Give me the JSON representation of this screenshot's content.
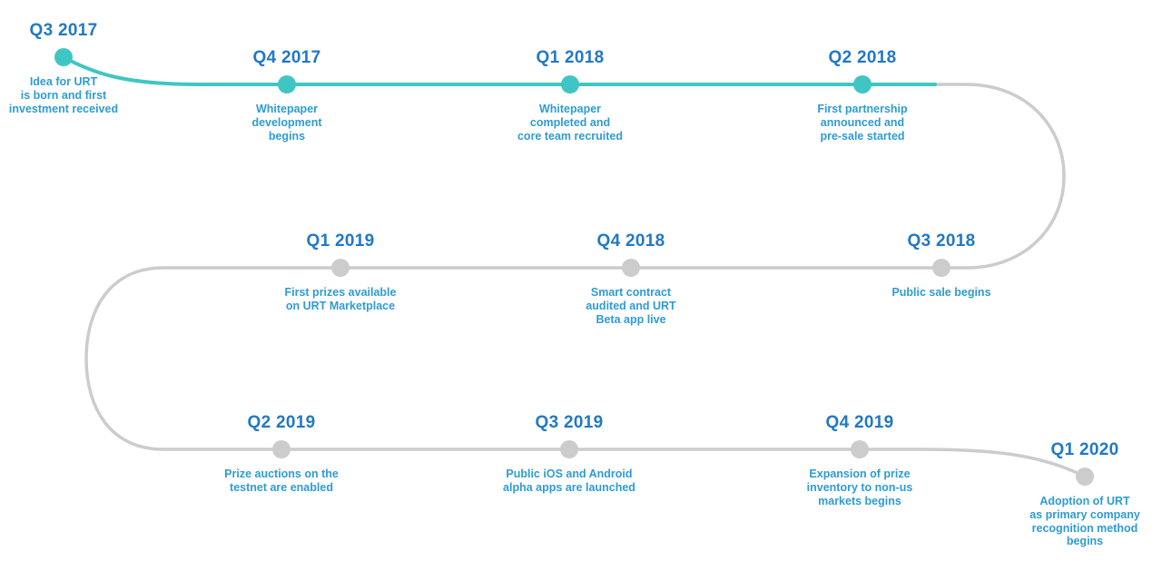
{
  "title": "URT product roadmap timeline",
  "colors": {
    "done": "#3FC6C4",
    "future": "#CCCCCC",
    "quarter_text": "#2178C8",
    "description_text": "#2E9BD6"
  },
  "milestones": [
    {
      "quarter": "Q3 2017",
      "status": "done",
      "description": "Idea for URT\nis born and first\ninvestment received"
    },
    {
      "quarter": "Q4 2017",
      "status": "done",
      "description": "Whitepaper\ndevelopment\nbegins"
    },
    {
      "quarter": "Q1 2018",
      "status": "done",
      "description": "Whitepaper\ncompleted and\ncore team recruited"
    },
    {
      "quarter": "Q2 2018",
      "status": "done",
      "description": "First partnership\nannounced and\npre-sale started"
    },
    {
      "quarter": "Q3 2018",
      "status": "future",
      "description": "Public sale begins"
    },
    {
      "quarter": "Q4 2018",
      "status": "future",
      "description": "Smart contract\naudited and URT\nBeta app live"
    },
    {
      "quarter": "Q1 2019",
      "status": "future",
      "description": "First prizes available\non URT Marketplace"
    },
    {
      "quarter": "Q2 2019",
      "status": "future",
      "description": "Prize auctions on the\ntestnet are enabled"
    },
    {
      "quarter": "Q3 2019",
      "status": "future",
      "description": "Public iOS and Android\nalpha apps are launched"
    },
    {
      "quarter": "Q4 2019",
      "status": "future",
      "description": "Expansion of prize\ninventory to non-us\nmarkets begins"
    },
    {
      "quarter": "Q1 2020",
      "status": "future",
      "description": "Adoption of URT\nas primary company\nrecognition method\nbegins"
    }
  ]
}
